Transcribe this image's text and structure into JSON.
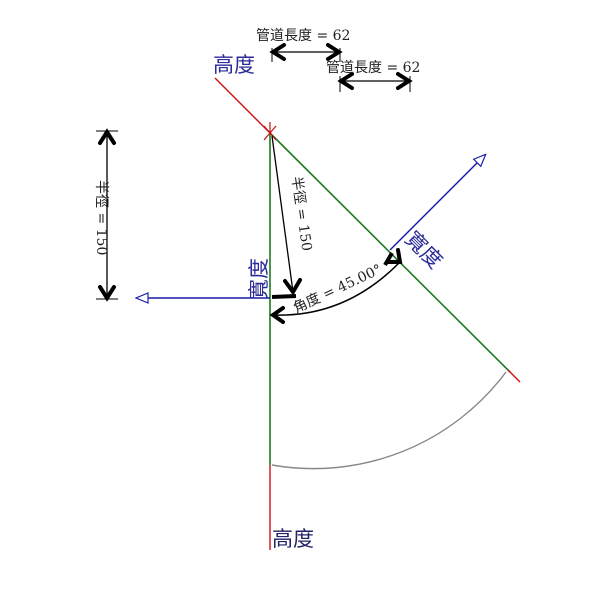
{
  "labels": {
    "height_top": "高度",
    "height_bottom": "高度",
    "width_left": "寬度",
    "width_right": "寬度",
    "pipe_length_1": "管道長度 = 62",
    "pipe_length_2": "管道長度 = 62",
    "radius_left": "半徑 = 150",
    "radius_center": "半徑 = 150",
    "angle": "角度 = 45.00°"
  },
  "colors": {
    "reference_green": "#1e7a1e",
    "reference_red": "#cc1111",
    "reference_blue": "#1a1aaa",
    "dimension_black": "#000000",
    "arc_gray": "#888888",
    "label_blue": "#2b2b9a"
  }
}
